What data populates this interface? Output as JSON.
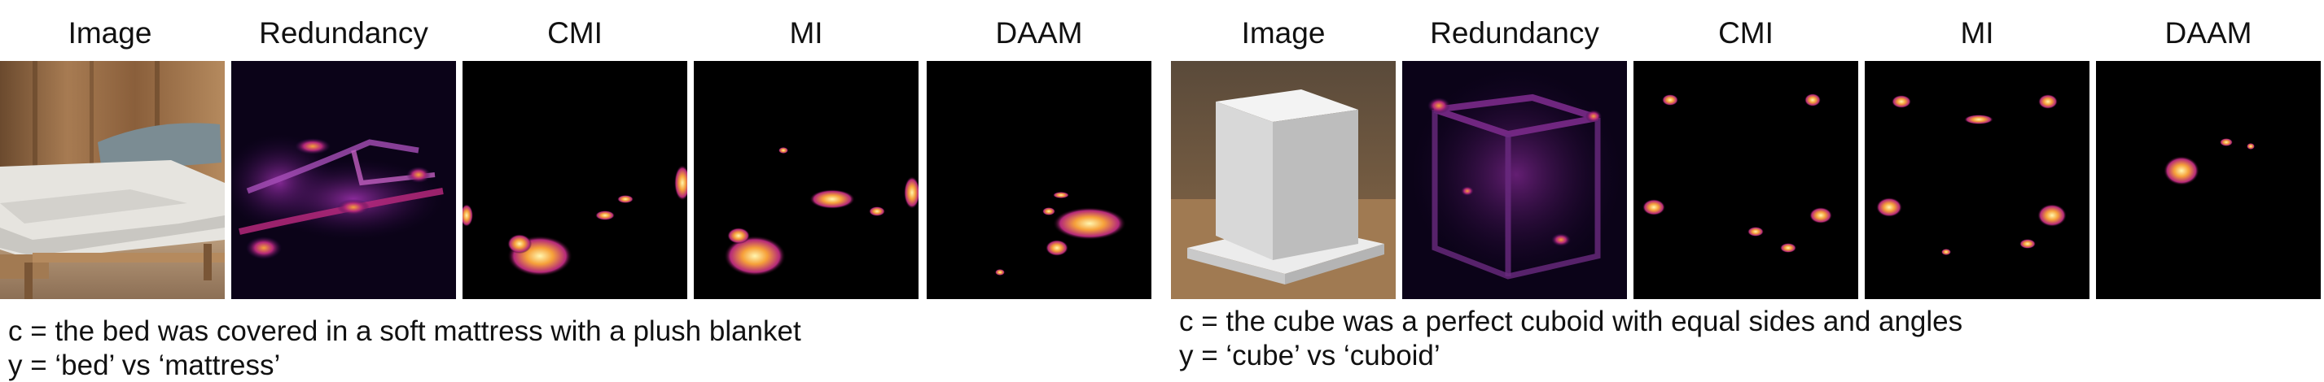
{
  "figure": {
    "left": {
      "headers": [
        "Image",
        "Redundancy",
        "CMI",
        "MI",
        "DAAM"
      ],
      "caption_c": "c = the bed was covered in a soft mattress with a plush blanket",
      "caption_y": "y = ‘bed’ vs ‘mattress’"
    },
    "right": {
      "headers": [
        "Image",
        "Redundancy",
        "CMI",
        "MI",
        "DAAM"
      ],
      "caption_c": "c = the cube was a perfect cuboid with equal sides and angles",
      "caption_y": "y = ‘cube’ vs ‘cuboid’"
    }
  },
  "colors": {
    "heat_low": "#2a0a4a",
    "heat_mid": "#b4287a",
    "heat_high": "#f6a13a",
    "heat_peak": "#fff6b0"
  }
}
